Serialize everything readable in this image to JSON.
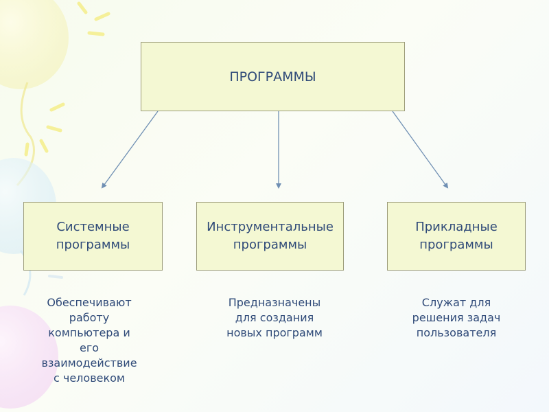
{
  "root": {
    "label": "ПРОГРАММЫ"
  },
  "categories": [
    {
      "label": "Системные\nпрограммы",
      "description": "Обеспечивают\nработу\nкомпьютера и\nего\nвзаимодействие\nс человеком"
    },
    {
      "label": "Инструментальные\nпрограммы",
      "description": "Предназначены\nдля создания\nновых программ"
    },
    {
      "label": "Прикладные\nпрограммы",
      "description": "Служат для\nрешения задач\nпользователя"
    }
  ],
  "colors": {
    "box_fill": "#f4f8d3",
    "box_border": "#9b9b78",
    "text": "#2f4a78",
    "arrow": "#6f8fb3"
  }
}
